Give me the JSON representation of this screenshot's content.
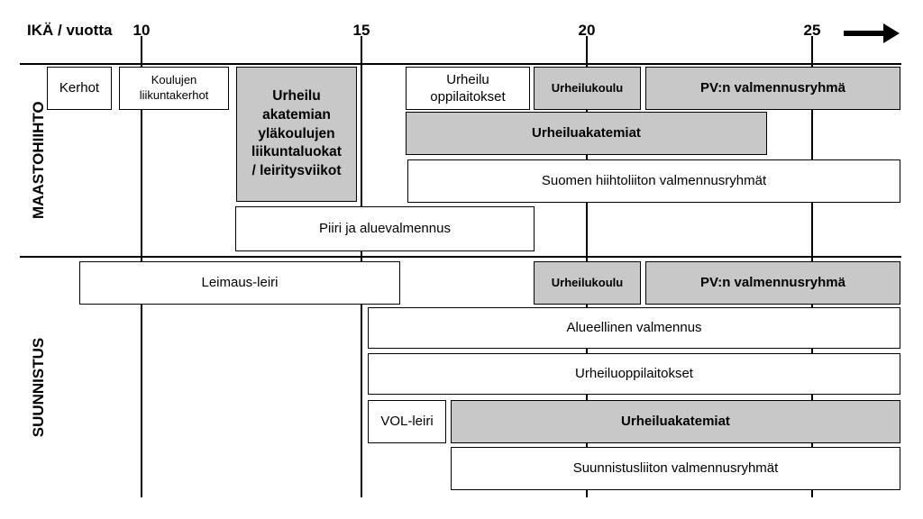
{
  "axis": {
    "label": "IKÄ / vuotta",
    "ticks": [
      "10",
      "15",
      "20",
      "25"
    ]
  },
  "sections": {
    "maastohiihto": "MAASTOHIIHTO",
    "suunnistus": "SUUNNISTUS"
  },
  "maastohiihto": {
    "kerhot": "Kerhot",
    "koulujen": "Koulujen liikuntakerhot",
    "urheiluakatemian": "Urheilu\nakatemian\nyläkoulujen\nliikuntaluokat\n/ leiritysviikot",
    "urheilu_oppilaitokset": "Urheilu oppilaitokset",
    "urheilukoulu": "Urheilukoulu",
    "pv_ryhma": "PV:n valmennusryhmä",
    "urheiluakatemiat": "Urheiluakatemiat",
    "hiihtoliitto": "Suomen hiihtoliiton valmennusryhmät",
    "piiri": "Piiri ja aluevalmennus"
  },
  "suunnistus": {
    "leimaus": "Leimaus-leiri",
    "urheilukoulu": "Urheilukoulu",
    "pv_ryhma": "PV:n valmennusryhmä",
    "alueellinen": "Alueellinen valmennus",
    "urheiluoppilaitokset": "Urheiluoppilaitokset",
    "vol": "VOL-leiri",
    "urheiluakatemiat": "Urheiluakatemiat",
    "liitto": "Suunnistusliiton valmennusryhmät"
  }
}
